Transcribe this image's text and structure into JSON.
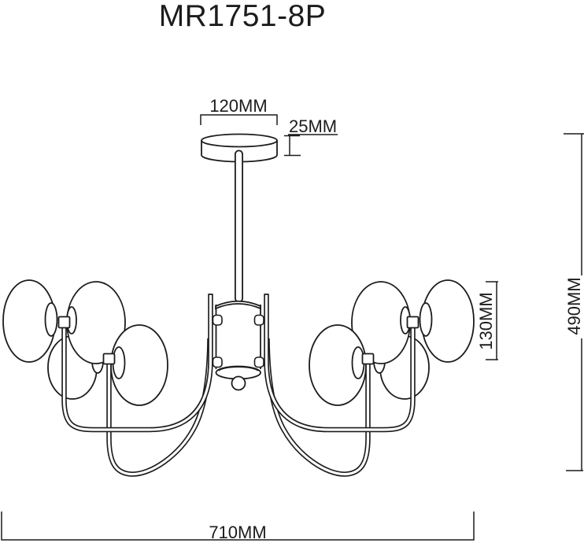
{
  "title": "MR1751-8P",
  "dimensions": {
    "canopy_width": "120MM",
    "canopy_height": "25MM",
    "shade_height": "130MM",
    "total_height": "490MM",
    "total_width": "710MM"
  },
  "colors": {
    "line": "#1c1c1c",
    "background": "#ffffff"
  }
}
